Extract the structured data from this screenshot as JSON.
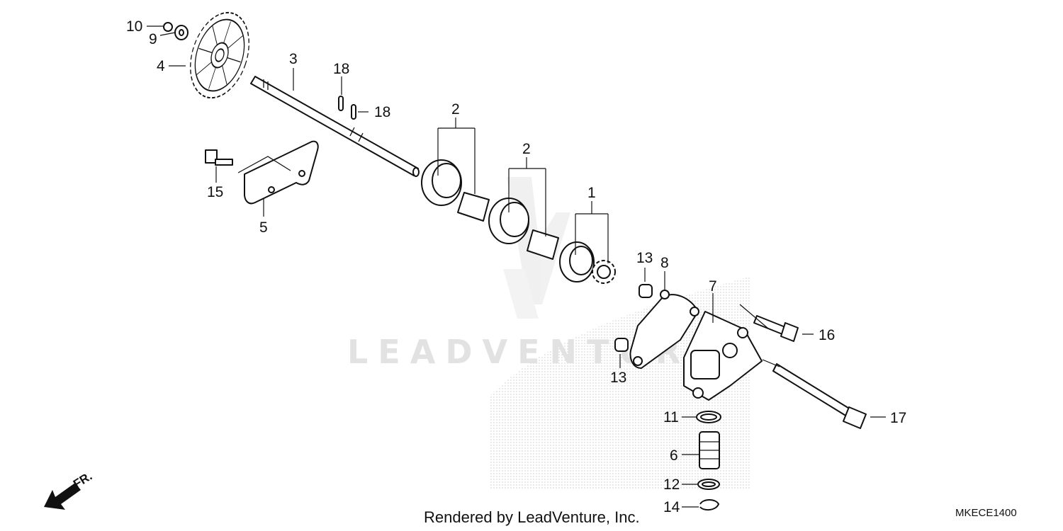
{
  "watermark": {
    "text": "LEADVENTURE"
  },
  "orientation": {
    "label": "FR."
  },
  "footer": {
    "rendered_by": "Rendered by LeadVenture, Inc.",
    "diagram_code": "MKECE1400"
  },
  "callouts": {
    "c1": "1",
    "c2a": "2",
    "c2b": "2",
    "c3": "3",
    "c4": "4",
    "c5": "5",
    "c6": "6",
    "c7": "7",
    "c8": "8",
    "c9": "9",
    "c10": "10",
    "c11": "11",
    "c12": "12",
    "c13a": "13",
    "c13b": "13",
    "c14": "14",
    "c15": "15",
    "c16": "16",
    "c17": "17",
    "c18a": "18",
    "c18b": "18"
  }
}
